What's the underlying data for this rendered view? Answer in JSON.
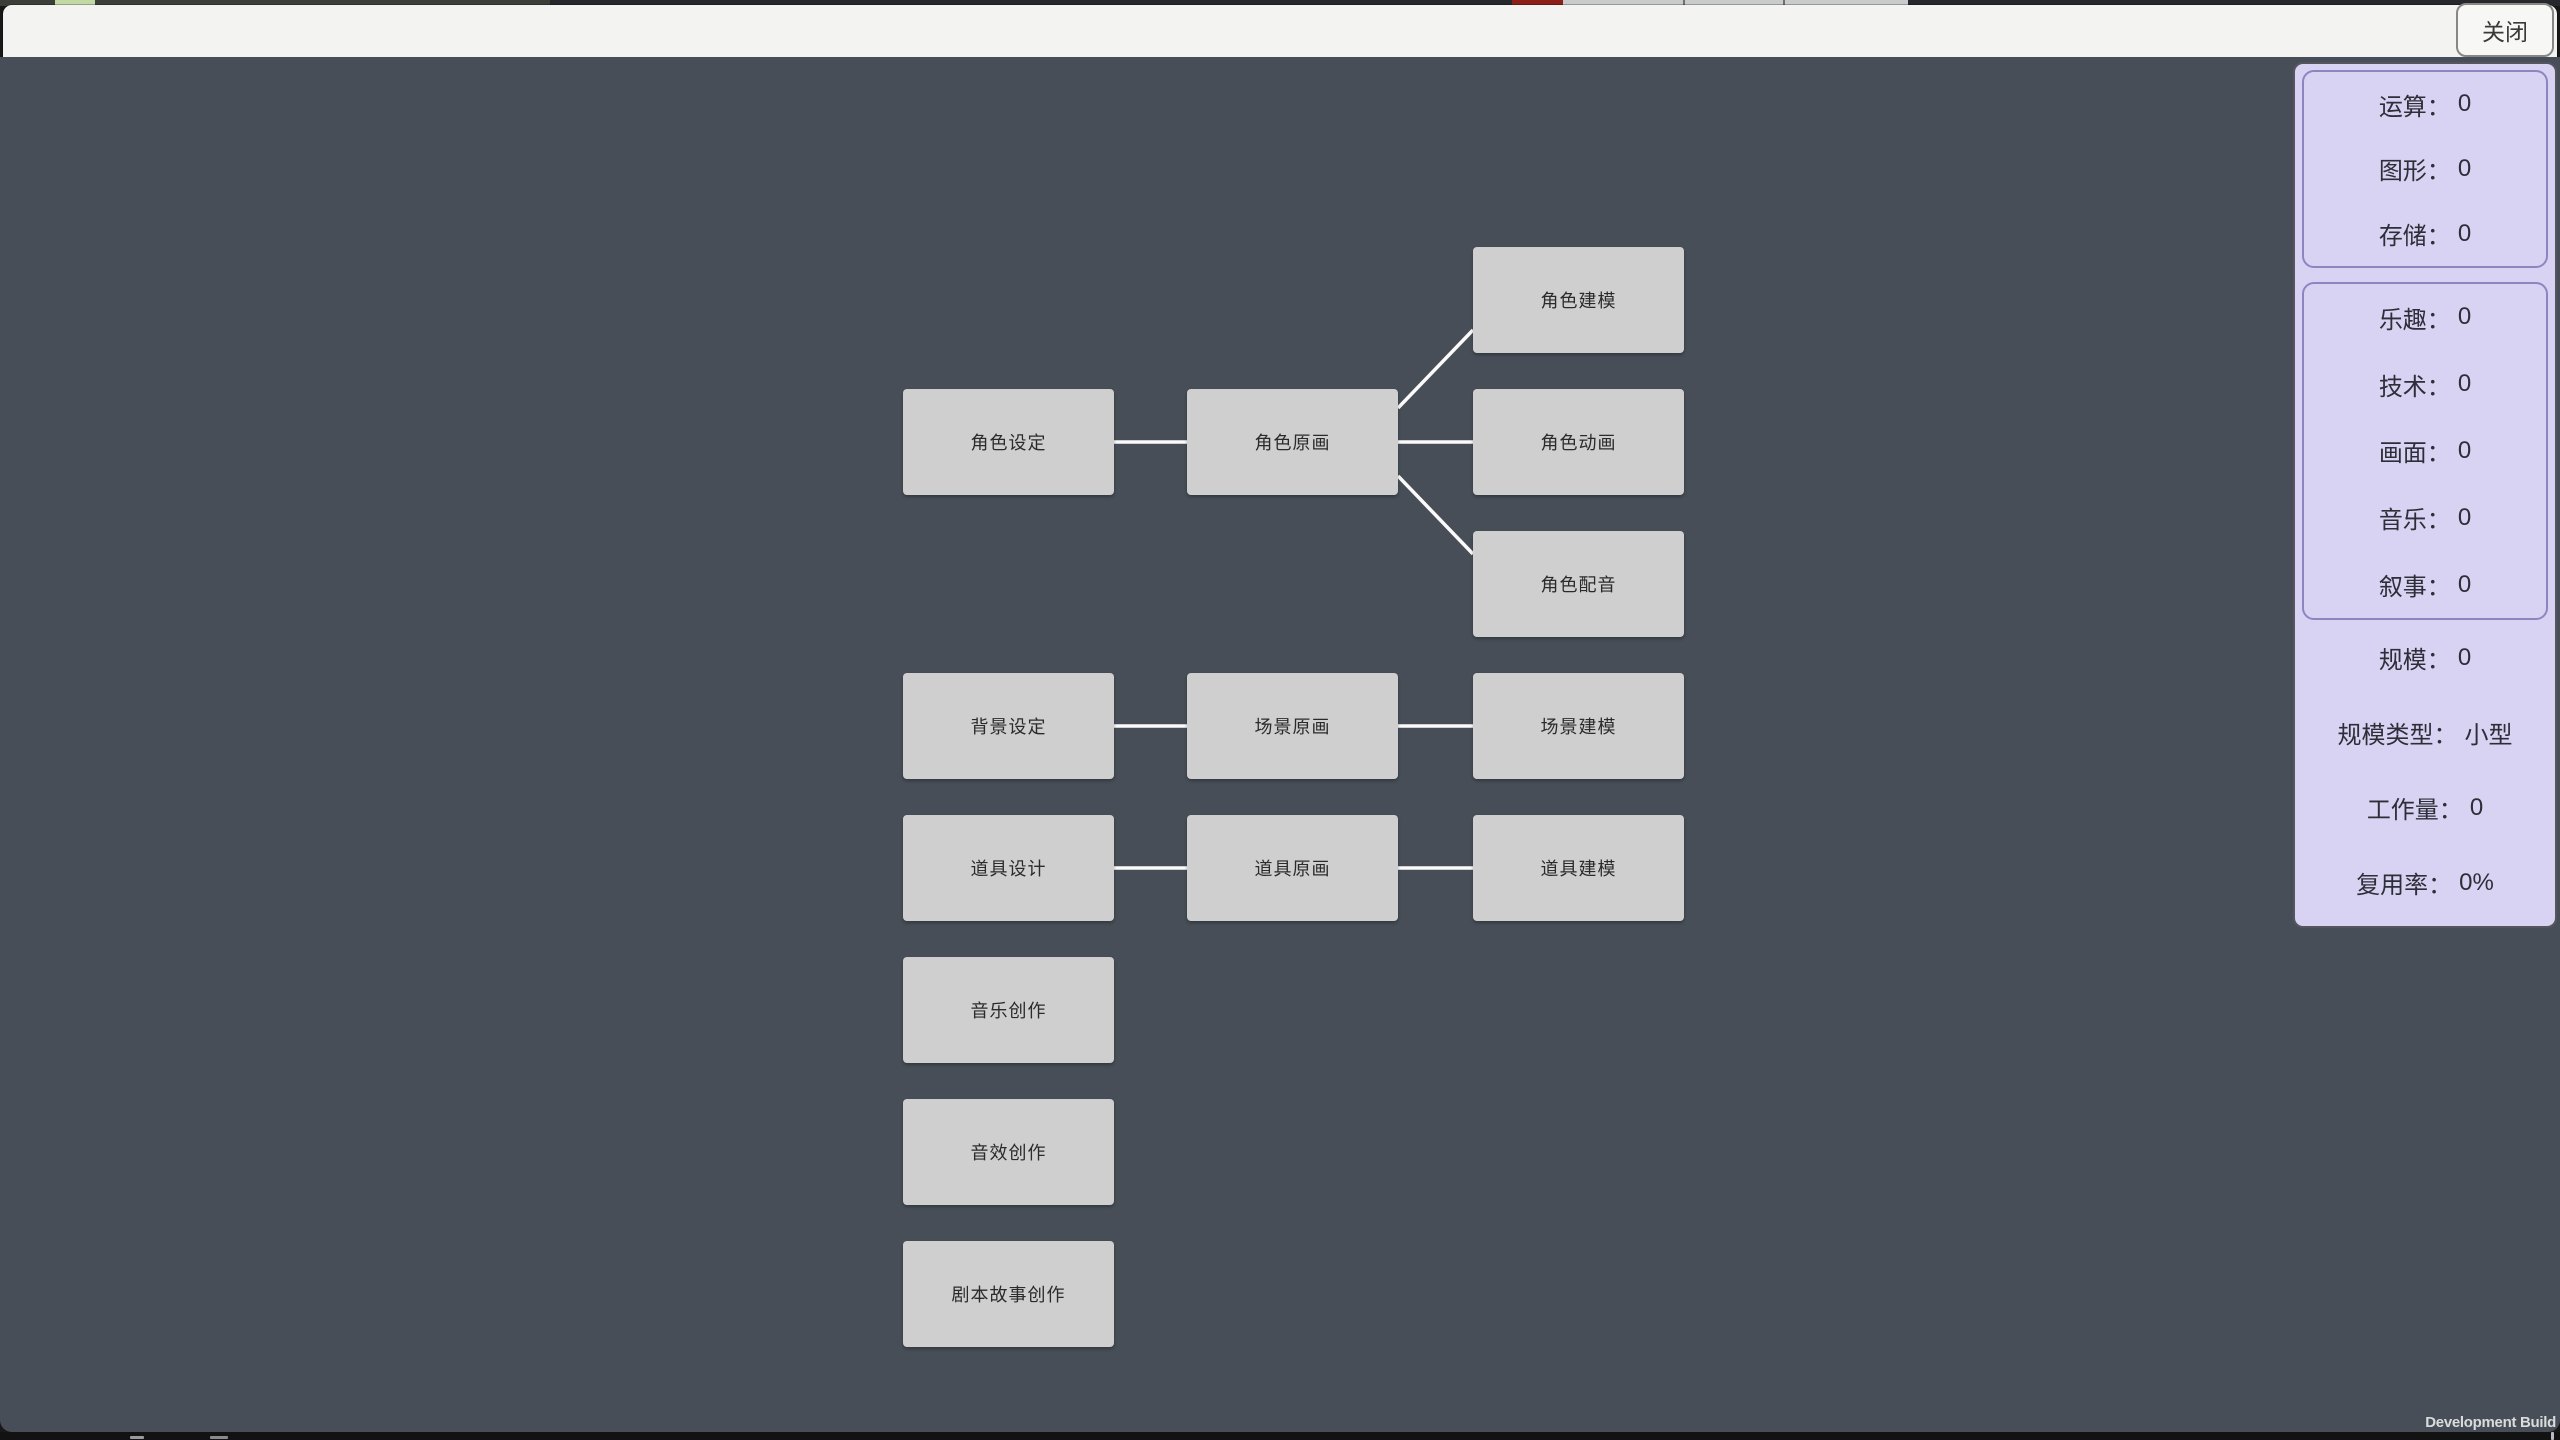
{
  "top_bar": {
    "close_label": "关闭"
  },
  "stats_panel": {
    "separator": "：",
    "sections": [
      {
        "rows": [
          {
            "label": "运算",
            "value": "0"
          },
          {
            "label": "图形",
            "value": "0"
          },
          {
            "label": "存储",
            "value": "0"
          }
        ]
      },
      {
        "rows": [
          {
            "label": "乐趣",
            "value": "0"
          },
          {
            "label": "技术",
            "value": "0"
          },
          {
            "label": "画面",
            "value": "0"
          },
          {
            "label": "音乐",
            "value": "0"
          },
          {
            "label": "叙事",
            "value": "0"
          }
        ]
      },
      {
        "rows": [
          {
            "label": "规模",
            "value": "0"
          },
          {
            "label": "规模类型",
            "value": "小型"
          },
          {
            "label": "工作量",
            "value": "0"
          },
          {
            "label": "复用率",
            "value": "0%"
          }
        ]
      }
    ]
  },
  "diagram": {
    "nodes": [
      {
        "id": "char-design",
        "label": "角色设定",
        "col": 0,
        "row": 1
      },
      {
        "id": "char-concept",
        "label": "角色原画",
        "col": 1,
        "row": 1
      },
      {
        "id": "char-model",
        "label": "角色建模",
        "col": 2,
        "row": 0
      },
      {
        "id": "char-anim",
        "label": "角色动画",
        "col": 2,
        "row": 1
      },
      {
        "id": "char-voice",
        "label": "角色配音",
        "col": 2,
        "row": 2
      },
      {
        "id": "bg-design",
        "label": "背景设定",
        "col": 0,
        "row": 3
      },
      {
        "id": "scene-concept",
        "label": "场景原画",
        "col": 1,
        "row": 3
      },
      {
        "id": "scene-model",
        "label": "场景建模",
        "col": 2,
        "row": 3
      },
      {
        "id": "prop-design",
        "label": "道具设计",
        "col": 0,
        "row": 4
      },
      {
        "id": "prop-concept",
        "label": "道具原画",
        "col": 1,
        "row": 4
      },
      {
        "id": "prop-model",
        "label": "道具建模",
        "col": 2,
        "row": 4
      },
      {
        "id": "music-create",
        "label": "音乐创作",
        "col": 0,
        "row": 5
      },
      {
        "id": "sfx-create",
        "label": "音效创作",
        "col": 0,
        "row": 6
      },
      {
        "id": "script-create",
        "label": "剧本故事创作",
        "col": 0,
        "row": 7
      }
    ],
    "edges": [
      {
        "from": "char-design",
        "to": "char-concept"
      },
      {
        "from": "char-concept",
        "to": "char-model"
      },
      {
        "from": "char-concept",
        "to": "char-anim"
      },
      {
        "from": "char-concept",
        "to": "char-voice"
      },
      {
        "from": "bg-design",
        "to": "scene-concept"
      },
      {
        "from": "scene-concept",
        "to": "scene-model"
      },
      {
        "from": "prop-design",
        "to": "prop-concept"
      },
      {
        "from": "prop-concept",
        "to": "prop-model"
      }
    ]
  },
  "watermark": {
    "label": "Development Build"
  },
  "colors": {
    "background": "#474e57",
    "node_fill": "#cfcfcf",
    "node_text": "#2b2b2b",
    "edge": "#fbfbfb",
    "panel_fill": "#d9d3f3",
    "panel_border": "#55555f",
    "panel_box_border": "#8d85c0",
    "panel_text": "#2e2e38",
    "bar_fill": "#f3f4f1",
    "button_fill": "#f7f7f5",
    "button_border": "#878787",
    "button_text": "#3a3a3a",
    "accent_red": "#8b2016"
  }
}
